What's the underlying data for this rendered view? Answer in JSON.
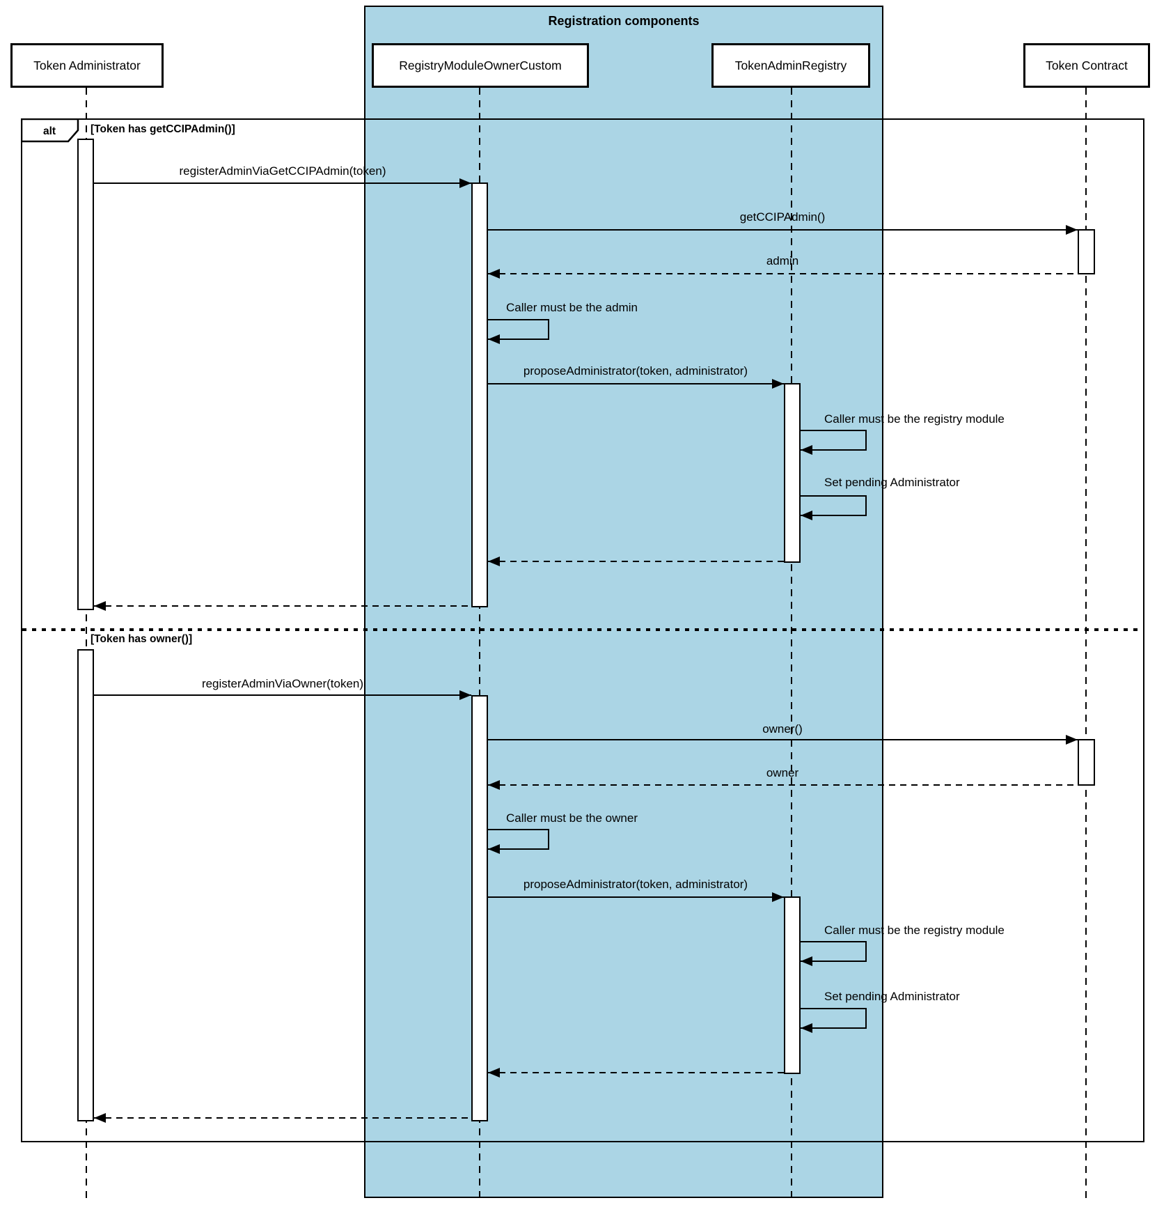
{
  "title": "Registration components",
  "frame": {
    "operator": "alt",
    "guard1": "[Token has getCCIPAdmin()]",
    "guard2": "[Token has owner()]"
  },
  "participants": [
    {
      "name": "Token Administrator"
    },
    {
      "name": "RegistryModuleOwnerCustom"
    },
    {
      "name": "TokenAdminRegistry"
    },
    {
      "name": "Token Contract"
    }
  ],
  "section1": {
    "messages": {
      "register": "registerAdminViaGetCCIPAdmin(token)",
      "get_admin": "getCCIPAdmin()",
      "admin_return": "admin",
      "caller_check": "Caller must be the admin",
      "propose": "proposeAdministrator(token, administrator)",
      "registry_check": "Caller must be the registry module",
      "set_pending": "Set pending Administrator"
    }
  },
  "section2": {
    "messages": {
      "register": "registerAdminViaOwner(token)",
      "get_owner": "owner()",
      "owner_return": "owner",
      "caller_check": "Caller must be the owner",
      "propose": "proposeAdministrator(token, administrator)",
      "registry_check": "Caller must be the registry module",
      "set_pending": "Set pending Administrator"
    }
  },
  "colors": {
    "highlight_fill": "#ABD5E5",
    "stroke": "#000000"
  }
}
